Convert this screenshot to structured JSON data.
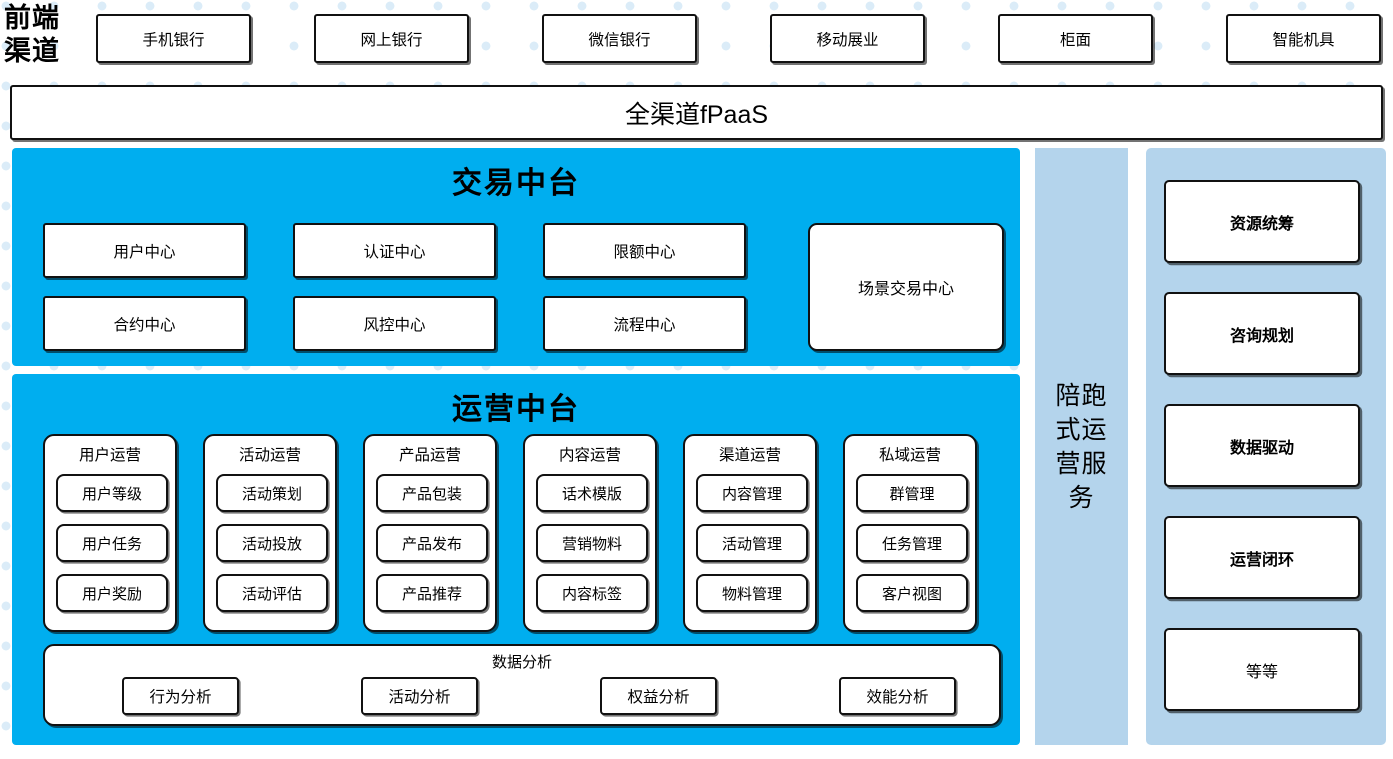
{
  "background": {
    "dot_color": "#dbecf8",
    "page_bg": "#ffffff"
  },
  "colors": {
    "platform_cyan": "#00AEEF",
    "panel_light_blue": "#B4D4EC",
    "box_border": "#111111",
    "box_fill": "#ffffff"
  },
  "channel": {
    "label": "前端\n渠道",
    "label_line1": "前端",
    "label_line2": "渠道",
    "items": [
      {
        "label": "手机银行"
      },
      {
        "label": "网上银行"
      },
      {
        "label": "微信银行"
      },
      {
        "label": "移动展业"
      },
      {
        "label": "柜面"
      },
      {
        "label": "智能机具"
      }
    ]
  },
  "fpaas": {
    "label": "全渠道fPaaS"
  },
  "trade_platform": {
    "title": "交易中台",
    "cells": [
      {
        "label": "用户中心"
      },
      {
        "label": "认证中心"
      },
      {
        "label": "限额中心"
      },
      {
        "label": "合约中心"
      },
      {
        "label": "风控中心"
      },
      {
        "label": "流程中心"
      }
    ],
    "scene_center": {
      "label": "场景交易中心"
    }
  },
  "operation_platform": {
    "title": "运营中台",
    "columns": [
      {
        "title": "用户运营",
        "items": [
          "用户等级",
          "用户任务",
          "用户奖励"
        ]
      },
      {
        "title": "活动运营",
        "items": [
          "活动策划",
          "活动投放",
          "活动评估"
        ]
      },
      {
        "title": "产品运营",
        "items": [
          "产品包装",
          "产品发布",
          "产品推荐"
        ]
      },
      {
        "title": "内容运营",
        "items": [
          "话术模版",
          "营销物料",
          "内容标签"
        ]
      },
      {
        "title": "渠道运营",
        "items": [
          "内容管理",
          "活动管理",
          "物料管理"
        ]
      },
      {
        "title": "私域运营",
        "items": [
          "群管理",
          "任务管理",
          "客户视图"
        ]
      }
    ],
    "data_analysis": {
      "title": "数据分析",
      "items": [
        "行为分析",
        "活动分析",
        "权益分析",
        "效能分析"
      ]
    }
  },
  "coaching_band": {
    "label": "陪跑式运营服务"
  },
  "right_panel": {
    "items": [
      {
        "label": "资源统筹",
        "bold": true
      },
      {
        "label": "咨询规划",
        "bold": true
      },
      {
        "label": "数据驱动",
        "bold": true
      },
      {
        "label": "运营闭环",
        "bold": true
      },
      {
        "label": "等等",
        "bold": false
      }
    ]
  }
}
